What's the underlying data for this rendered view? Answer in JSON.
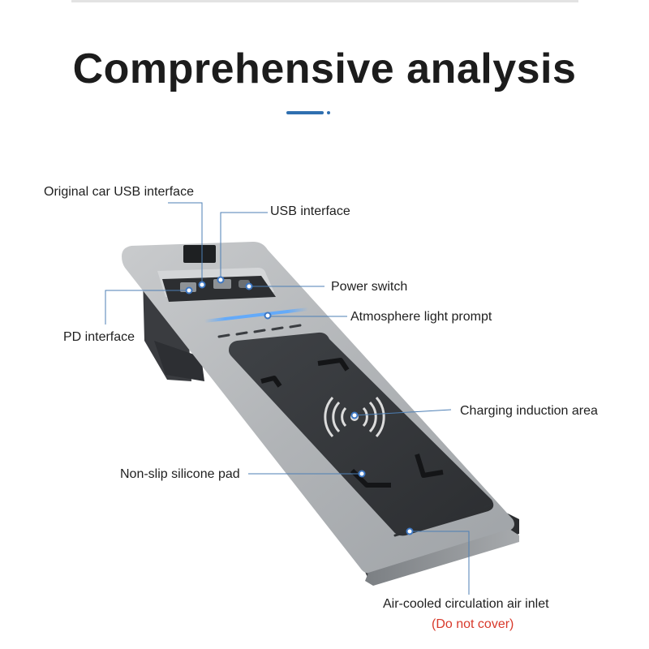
{
  "title": "Comprehensive analysis",
  "colors": {
    "accent": "#2f6fb0",
    "note": "#d8392b",
    "leader": "#4d7fb5",
    "text": "#1f1f1f"
  },
  "callouts": {
    "original_usb": "Original car USB interface",
    "usb": "USB interface",
    "power_switch": "Power switch",
    "atmosphere_light": "Atmosphere light prompt",
    "pd": "PD interface",
    "charging_area": "Charging induction area",
    "non_slip": "Non-slip silicone pad",
    "air_inlet": "Air-cooled circulation air inlet",
    "air_inlet_note": "(Do not cover)"
  },
  "icons": [
    "wireless-charging-icon"
  ]
}
